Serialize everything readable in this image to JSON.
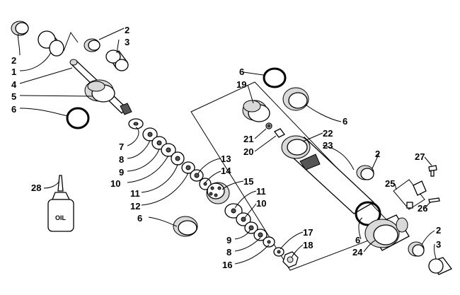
{
  "labels": {
    "l1": "1",
    "l2a": "2",
    "l2b": "2",
    "l2c": "2",
    "l2d": "2",
    "l3a": "3",
    "l3b": "3",
    "l4": "4",
    "l5": "5",
    "l6a": "6",
    "l6b": "6",
    "l6c": "6",
    "l6d": "6",
    "l6e": "6",
    "l7": "7",
    "l8a": "8",
    "l8b": "8",
    "l9a": "9",
    "l9b": "9",
    "l10a": "10",
    "l10b": "10",
    "l11a": "11",
    "l11b": "11",
    "l12": "12",
    "l13": "13",
    "l14": "14",
    "l15": "15",
    "l16": "16",
    "l17": "17",
    "l18": "18",
    "l19": "19",
    "l20": "20",
    "l21": "21",
    "l22": "22",
    "l23": "23",
    "l24": "24",
    "l25": "25",
    "l26": "26",
    "l27": "27",
    "l28": "28"
  },
  "oil_bottle_text": "OIL"
}
